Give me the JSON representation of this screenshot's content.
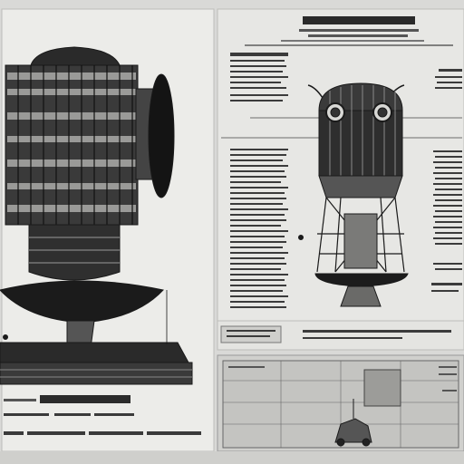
{
  "image": {
    "kind": "vintage technical blueprint sheets",
    "description_text_legible": false
  },
  "colors": {
    "paper": "#e9e9e6",
    "paper_shadow": "#c8c8c5",
    "ink": "#1a1a1a",
    "ink_mid": "#555555",
    "panel_gray": "#cfcfcc",
    "background": "#d9d9d7"
  },
  "left_sheet": {
    "subject": "machine-assembly",
    "caption": "Heavy Machine",
    "caption_legible": false
  },
  "right_sheet": {
    "subject": "rocket-capsule",
    "title_legible": false,
    "inset_chart_subject": "plotted-diagram"
  }
}
